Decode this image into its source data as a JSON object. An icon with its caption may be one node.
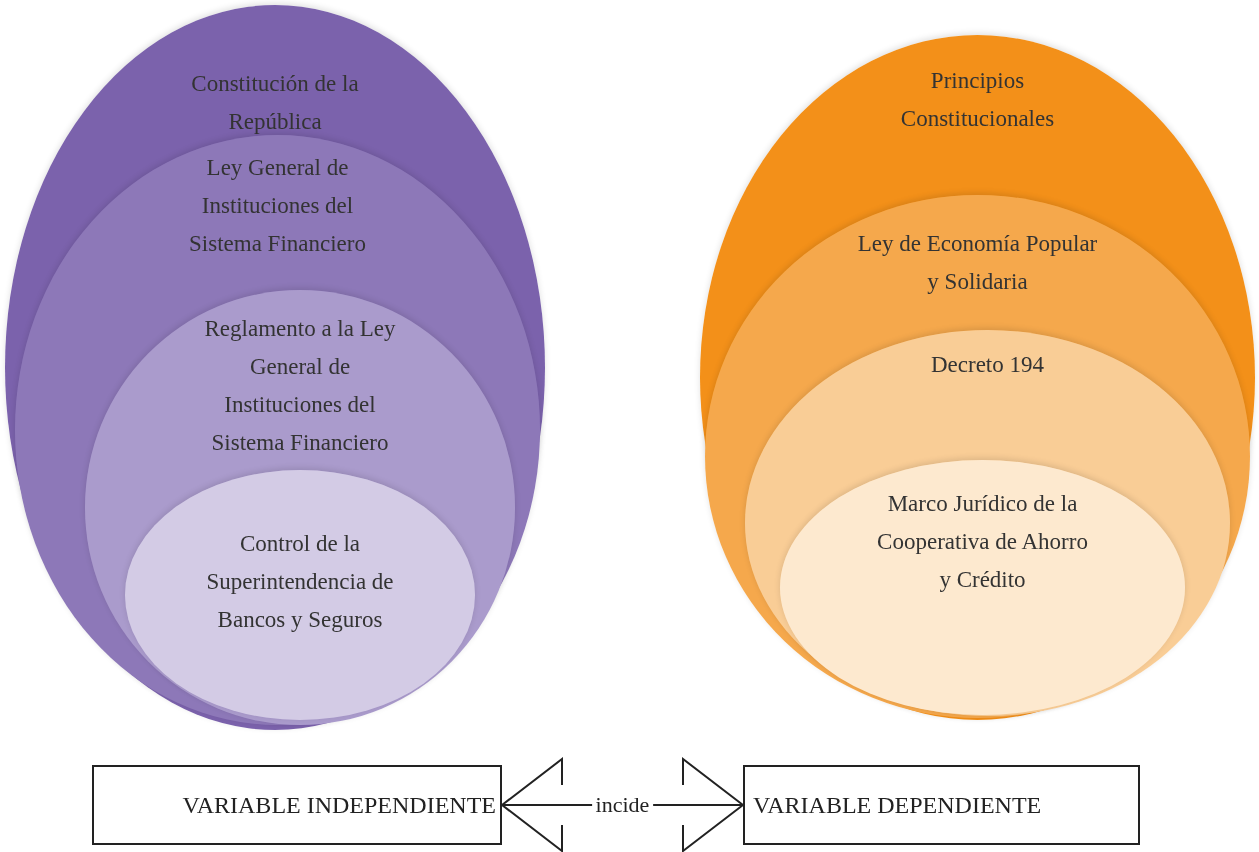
{
  "diagram": {
    "nodes": [
      {
        "text": [
          "Constitución de la República"
        ]
      },
      {
        "text": [
          "Ley General de Instituciones del Sistema Financiero"
        ],
        "in": 0
      },
      {
        "text": [
          "Reglamento a la Ley General de Instituciones del Sistema Financiero"
        ],
        "in": 1
      },
      {
        "text": [
          "Control de la Superintendencia de Bancos y Seguros"
        ],
        "in": 2
      },
      {
        "text": [
          "Principios Constitucionales"
        ]
      },
      {
        "text": [
          "Ley de Economía Popular y Solidaria"
        ],
        "in": 4
      },
      {
        "text": [
          "Decreto 194"
        ],
        "in": 5
      },
      {
        "text": [
          "Marco Jurídico de la Cooperativa de Ahorro y Crédito"
        ],
        "in": 6
      },
      {
        "text": [
          "VARIABLE INDEPENDIENTE"
        ]
      },
      {
        "text": [
          "VARIABLE DEPENDIENTE"
        ]
      }
    ],
    "edges": [
      {
        "from": 8,
        "to": 9,
        "arrow": "both",
        "label": "incide"
      }
    ]
  }
}
